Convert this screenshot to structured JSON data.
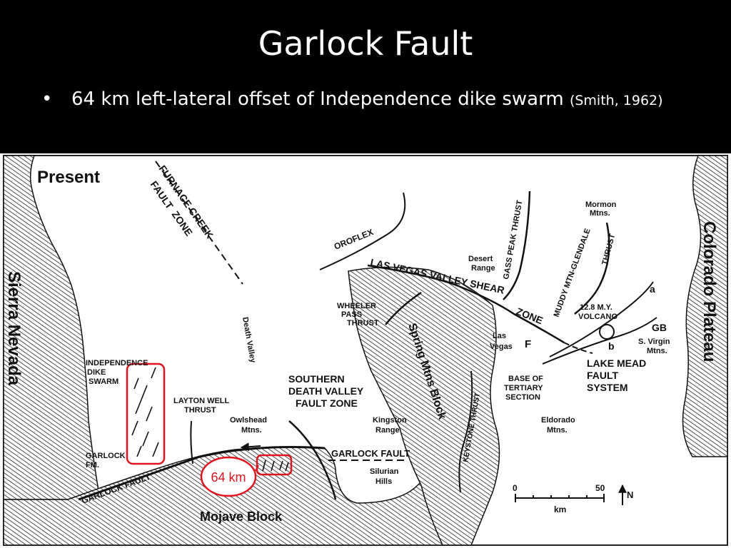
{
  "slide": {
    "title": "Garlock Fault",
    "bullet": "64 km left-lateral offset of Independence dike swarm",
    "citation": "(Smith, 1962)"
  },
  "map": {
    "labels": {
      "present": "Present",
      "sierra_nevada": "Sierra Nevada",
      "colorado_plateau": "Colorado Plateau",
      "furnace_creek": [
        "FURNACE CREEK",
        "FAULT",
        "ZONE"
      ],
      "death_valley": "Death Valley",
      "oroflex": "OROFLEX",
      "las_vegas_valley_shear_zone": "LAS VEGAS VALLEY SHEAR",
      "zone": "ZONE",
      "desert_range": [
        "Desert",
        "Range"
      ],
      "gass_peak_thrust": "GASS PEAK THRUST",
      "muddy_mtn_glendale": "MUDDY MTN-GLENDALE",
      "thrust": "THRUST",
      "mormon_mtns": [
        "Mormon",
        "Mtns."
      ],
      "volcano": [
        "12.8 M.Y.",
        "VOLCANO"
      ],
      "wheeler_pass": [
        "WHEELER",
        "PASS",
        "THRUST"
      ],
      "spring_mtns_block": "Spring Mtns Block",
      "keystone_thrust": "KEYSTONE THRUST",
      "las_vegas": [
        "Las",
        "Vegas"
      ],
      "f_marker": "F",
      "a_marker": "a",
      "b_marker": "b",
      "gb_marker": "GB",
      "s_virgin_mtns": [
        "S. Virgin",
        "Mtns."
      ],
      "lake_mead": [
        "LAKE MEAD",
        "FAULT",
        "SYSTEM"
      ],
      "base_tertiary": [
        "BASE OF",
        "TERTIARY",
        "SECTION"
      ],
      "eldorado_mtns": [
        "Eldorado",
        "Mtns."
      ],
      "independence_dike_swarm": [
        "INDEPENDENCE",
        "DIKE",
        "SWARM"
      ],
      "layton_well_thrust": [
        "LAYTON WELL",
        "THRUST"
      ],
      "owlshead_mtns": [
        "Owlshead",
        "Mtns."
      ],
      "southern_dv_fault_zone": [
        "SOUTHERN",
        "DEATH VALLEY",
        "FAULT ZONE"
      ],
      "kingston_range": [
        "Kingston",
        "Range"
      ],
      "garlock_fault_east": "GARLOCK FAULT",
      "garlock_fault_west": "GARLOCK FAULT",
      "silurian_hills": [
        "Silurian",
        "Hills"
      ],
      "garlock_fm": [
        "GARLOCK",
        "FM."
      ],
      "mojave_block": "Mojave Block",
      "offset_callout": "64 km",
      "scale_zero": "0",
      "scale_fifty": "50",
      "scale_unit": "km",
      "north": "N"
    },
    "colors": {
      "highlight": "#e0141c",
      "ink": "#111111",
      "paper": "#ffffff"
    }
  }
}
